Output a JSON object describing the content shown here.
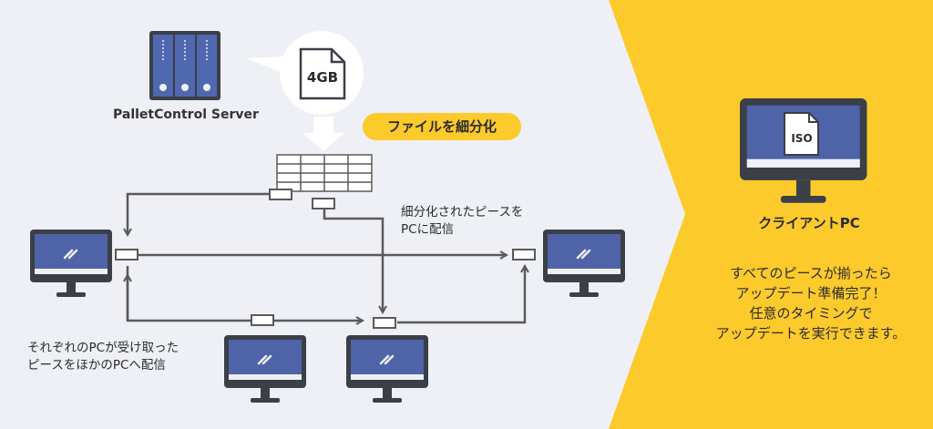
{
  "server": {
    "label": "PalletControl Server"
  },
  "source_file": {
    "label": "4GB"
  },
  "split_tag": {
    "label": "ファイルを細分化"
  },
  "notes": {
    "distribute": [
      "細分化されたピースを",
      "PCに配信"
    ],
    "relay": [
      "それぞれのPCが受け取った",
      "ピースをほかのPCへ配信"
    ]
  },
  "client": {
    "title": "クライアントPC",
    "file_label": "ISO",
    "message": [
      "すべてのピースが揃ったら",
      "アップデート準備完了！",
      "任意のタイミングで",
      "アップデートを実行できます。"
    ]
  },
  "colors": {
    "background": "#eef0f6",
    "accent_yellow": "#fdca2c",
    "screen_blue": "#4e63a8",
    "server_blue": "#5068b0",
    "stroke_dark": "#5a5a5a"
  }
}
